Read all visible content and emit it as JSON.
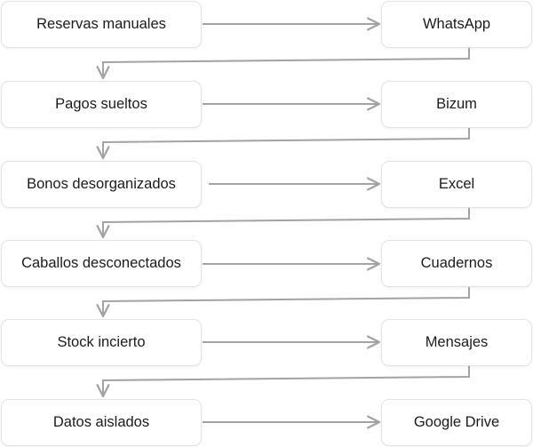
{
  "diagram": {
    "rows": [
      {
        "problem": "Reservas manuales",
        "tool": "WhatsApp"
      },
      {
        "problem": "Pagos sueltos",
        "tool": "Bizum"
      },
      {
        "problem": "Bonos desorganizados",
        "tool": "Excel"
      },
      {
        "problem": "Caballos desconectados",
        "tool": "Cuadernos"
      },
      {
        "problem": "Stock incierto",
        "tool": "Mensajes"
      },
      {
        "problem": "Datos aislados",
        "tool": "Google Drive"
      }
    ],
    "colors": {
      "arrow": "#a3a3a3",
      "box_border": "#e3e3e3",
      "text": "#1b1b1b"
    }
  }
}
